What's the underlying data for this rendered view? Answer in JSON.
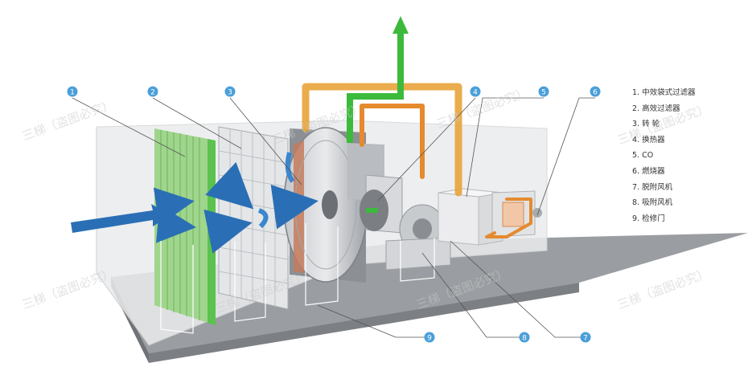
{
  "diagram": {
    "callouts": [
      "1",
      "2",
      "3",
      "4",
      "5",
      "6",
      "7",
      "8",
      "9"
    ],
    "legend": [
      "1. 中效袋式过滤器",
      "2. 高效过滤器",
      "3. 转 轮",
      "4. 换热器",
      "5. CO",
      "6. 燃烧器",
      "7. 脱附风机",
      "8. 吸附风机",
      "9. 检修门"
    ],
    "watermark": "三梯（盗图必究）",
    "colors": {
      "callout": "#4a9fd8",
      "inlet_arrow": "#2a6fb5",
      "exhaust_arrow": "#3cba3c",
      "hot_duct": "#e8a33a",
      "filter_green": "#5bc24f",
      "base": "#8d9095"
    }
  }
}
